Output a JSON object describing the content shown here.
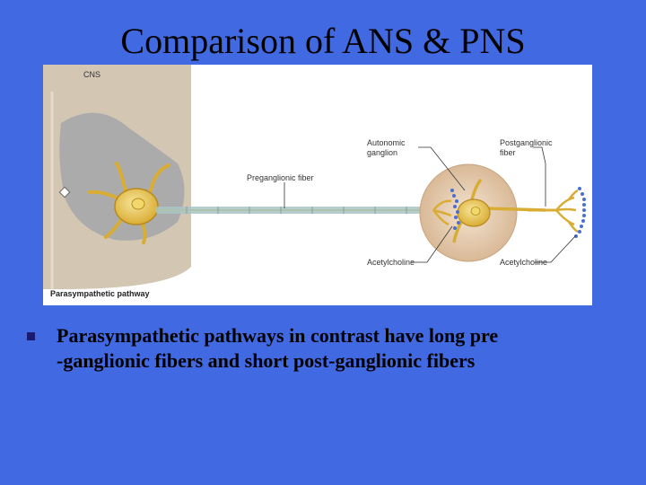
{
  "slide": {
    "title": "Comparison of ANS & PNS"
  },
  "figure": {
    "labels": {
      "cns": "CNS",
      "autonomic_ganglion_line1": "Autonomic",
      "autonomic_ganglion_line2": "ganglion",
      "postganglionic_line1": "Postganglionic",
      "postganglionic_line2": "fiber",
      "preganglionic": "Preganglionic fiber",
      "acetylcholine_1": "Acetylcholine",
      "acetylcholine_2": "Acetylcholine",
      "pathway": "Parasympathetic pathway"
    },
    "colors": {
      "spinal_gray": "#cbbfae",
      "gray_matter": "#a9a9a9",
      "neuron": "#e8c85a",
      "myelin": "#a8c4c4",
      "ganglion": "#e8d2b8",
      "vesicles": "#4a6fd0"
    }
  },
  "bullet": {
    "text_line1": "Parasympathetic pathways in contrast have long pre",
    "text_line2": "-ganglionic fibers and short post-ganglionic fibers"
  }
}
